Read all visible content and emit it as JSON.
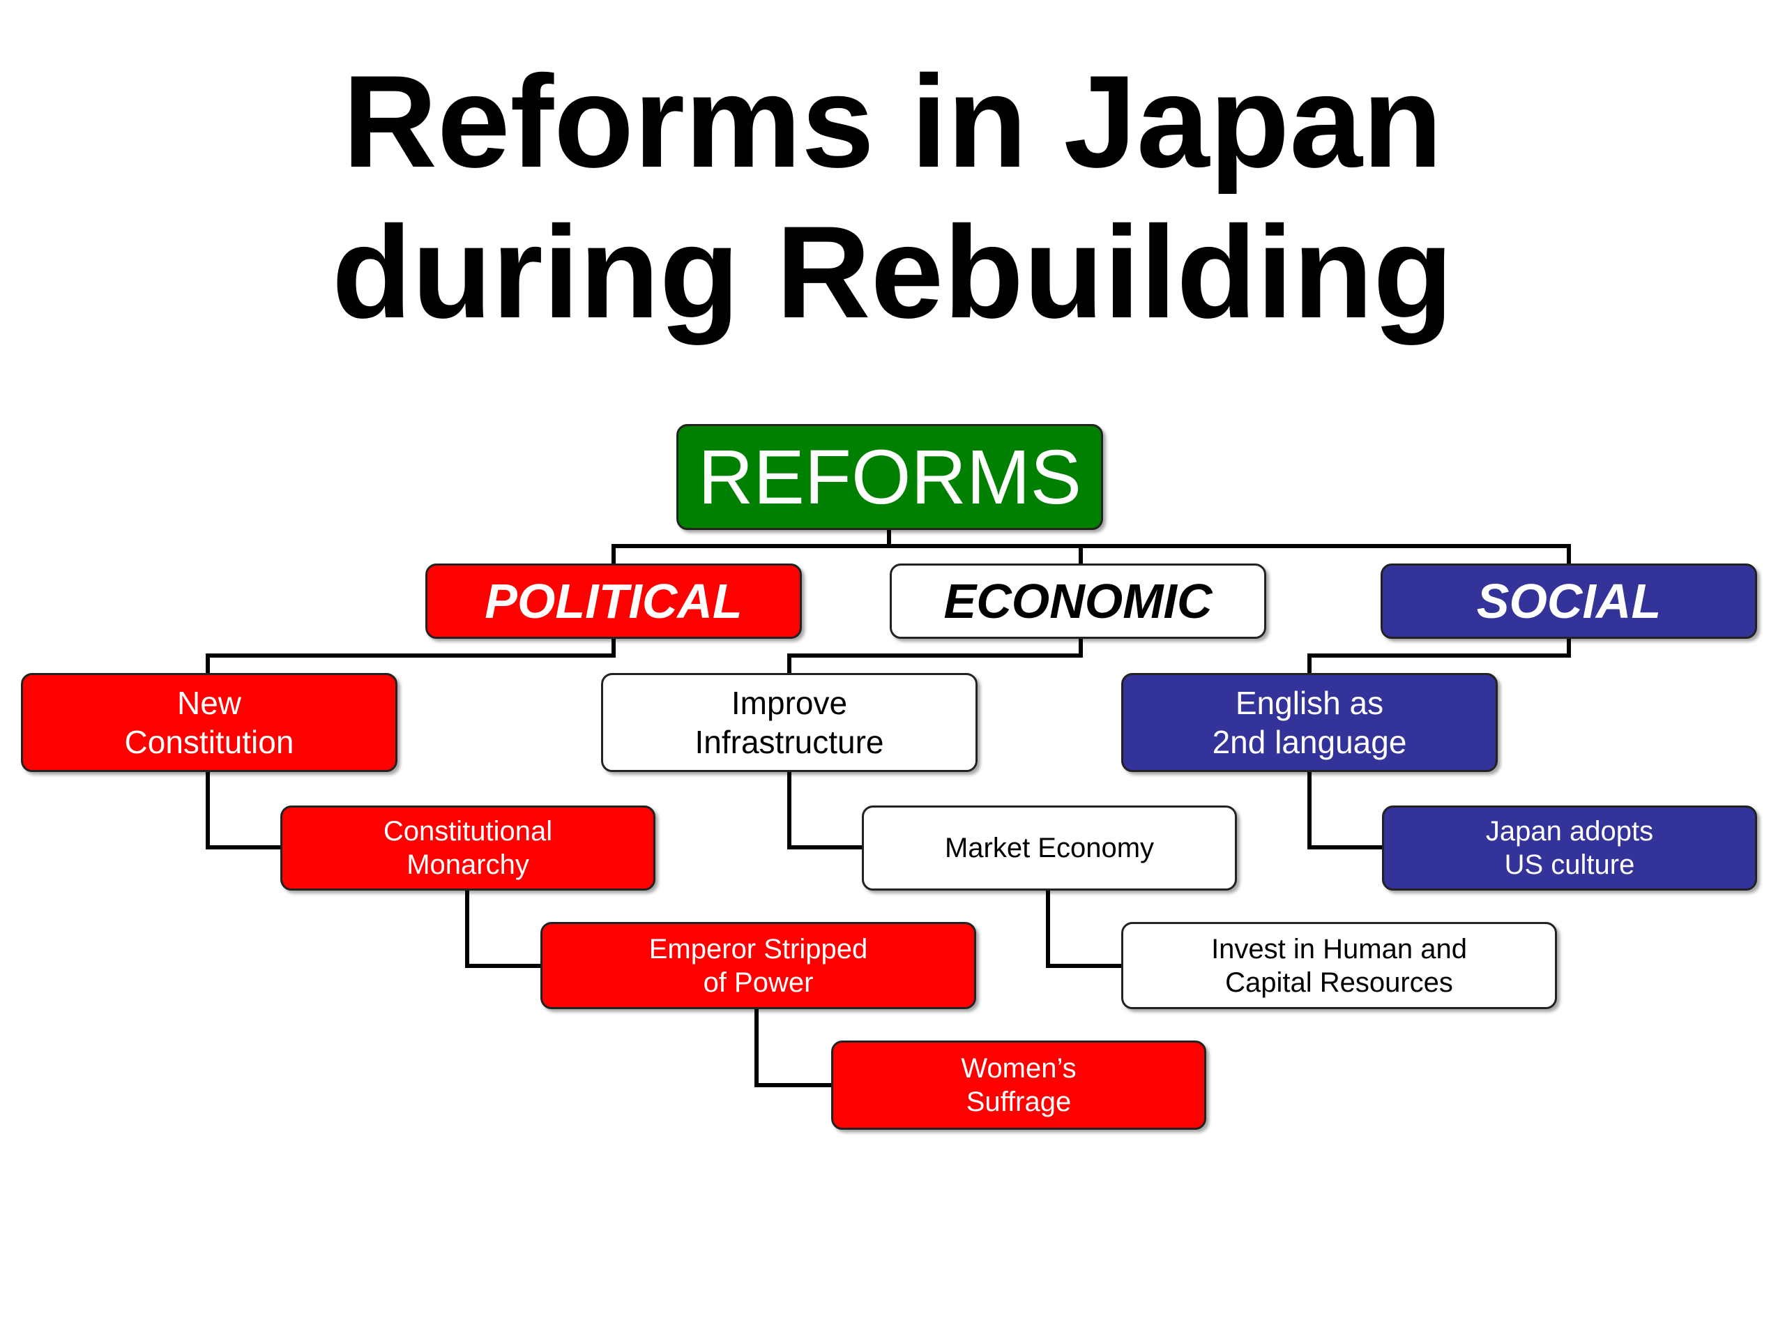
{
  "title": {
    "line1": "Reforms in Japan",
    "line2": "during Rebuilding"
  },
  "root": {
    "label": "REFORMS",
    "color": "#008000"
  },
  "categories": [
    {
      "label": "POLITICAL",
      "color": "#ff0000"
    },
    {
      "label": "ECONOMIC",
      "color": "#ffffff"
    },
    {
      "label": "SOCIAL",
      "color": "#333399"
    }
  ],
  "political": [
    {
      "line1": "New",
      "line2": "Constitution"
    },
    {
      "line1": "Constitutional",
      "line2": "Monarchy"
    },
    {
      "line1": "Emperor Stripped",
      "line2": "of Power"
    },
    {
      "line1": "Women’s",
      "line2": "Suffrage"
    }
  ],
  "economic": [
    {
      "line1": "Improve",
      "line2": "Infrastructure"
    },
    {
      "line1": "Market Economy"
    },
    {
      "line1": "Invest in Human and",
      "line2": "Capital Resources"
    }
  ],
  "social": [
    {
      "line1": "English as",
      "line2": "2nd language"
    },
    {
      "line1": "Japan adopts",
      "line2": "US culture"
    }
  ]
}
